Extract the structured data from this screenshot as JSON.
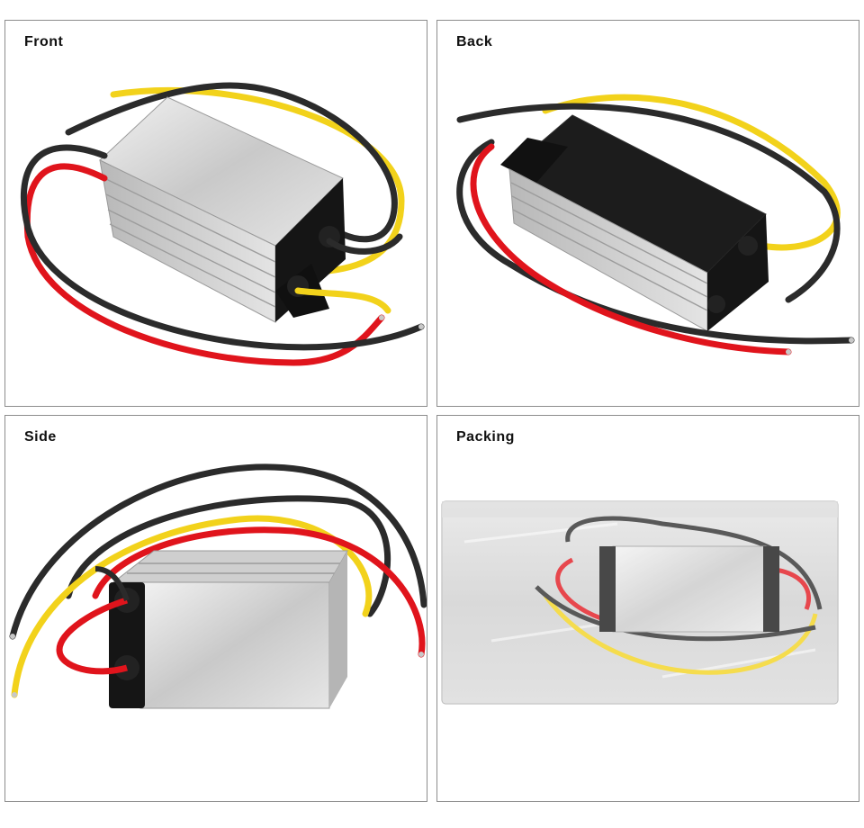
{
  "panels": {
    "front": {
      "label": "Front"
    },
    "back": {
      "label": "Back"
    },
    "side": {
      "label": "Side"
    },
    "packing": {
      "label": "Packing"
    }
  },
  "colors": {
    "panel_border": "#8c8c8c",
    "wire_red": "#e0141c",
    "wire_black": "#2b2b2b",
    "wire_yellow": "#f2d21b",
    "housing_silver": "#d4d4d4",
    "end_cap": "#151515"
  }
}
